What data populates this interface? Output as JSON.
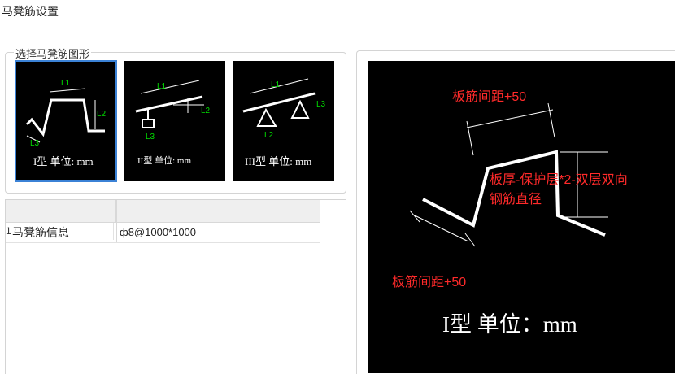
{
  "title": "马凳筋设置",
  "shape_group": {
    "legend": "选择马凳筋图形",
    "options": [
      {
        "caption": "I型 单位: mm",
        "selected": true
      },
      {
        "caption": "II型 单位: mm",
        "selected": false
      },
      {
        "caption": "III型 单位: mm",
        "selected": false
      }
    ],
    "labels": {
      "l1": "L1",
      "l2": "L2",
      "l3": "L3"
    }
  },
  "table": {
    "headers": [
      "",
      "",
      ""
    ],
    "rows": [
      {
        "index": "1",
        "name": "马凳筋信息",
        "value": "ф8@1000*1000"
      }
    ]
  },
  "preview": {
    "label_top": "板筋间距+50",
    "label_right_line1": "板厚-保护层*2-双层双向",
    "label_right_line2": "钢筋直径",
    "label_bottom": "板筋间距+50",
    "caption": "I型 单位：mm"
  },
  "colors": {
    "accent": "#3b82d6",
    "dim_label": "#ff2a2a",
    "canvas": "#000000",
    "thumb_label": "#00dd00"
  }
}
